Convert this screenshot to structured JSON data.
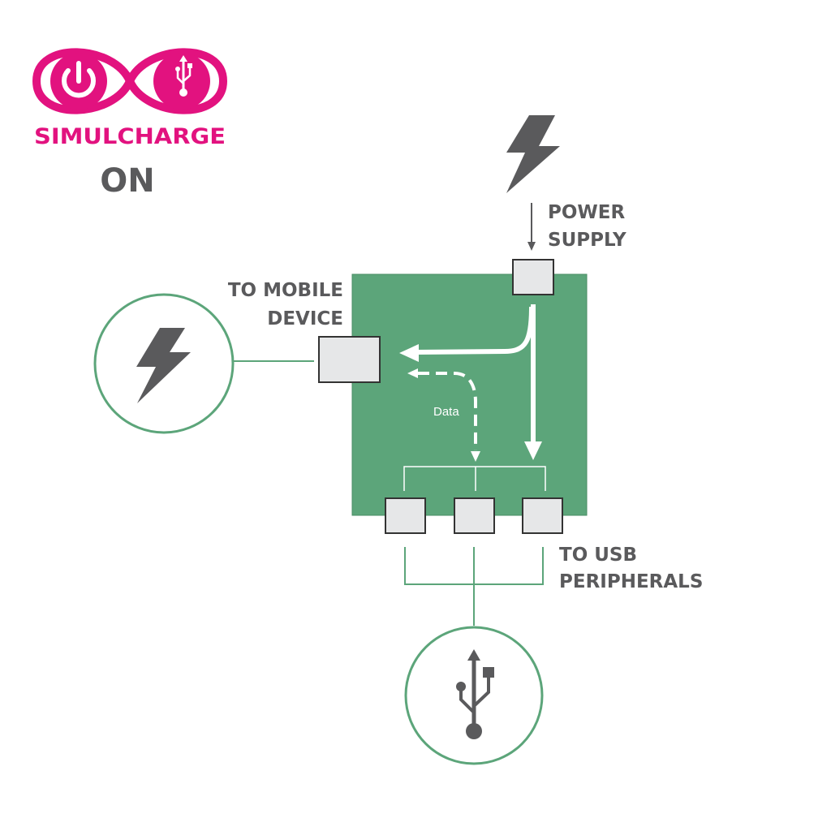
{
  "logo": {
    "brand_name": "SIMULCHARGE",
    "state": "ON",
    "left_icon": "power-icon",
    "right_icon": "usb-icon",
    "color": "#e2127f"
  },
  "labels": {
    "power_supply_line1": "POWER",
    "power_supply_line2": "SUPPLY",
    "mobile_line1": "TO MOBILE",
    "mobile_line2": "DEVICE",
    "usb_line1": "TO USB",
    "usb_line2": "PERIPHERALS",
    "data": "Data"
  },
  "icons": {
    "power_source": "lightning-bolt-icon",
    "mobile_device": "lightning-bolt-icon",
    "usb_peripherals": "usb-icon"
  },
  "colors": {
    "board": "#5ca57a",
    "port": "#e6e7e8",
    "text": "#5a5a5c",
    "connector_line": "#5ca57a",
    "flow_arrow": "#ffffff"
  }
}
